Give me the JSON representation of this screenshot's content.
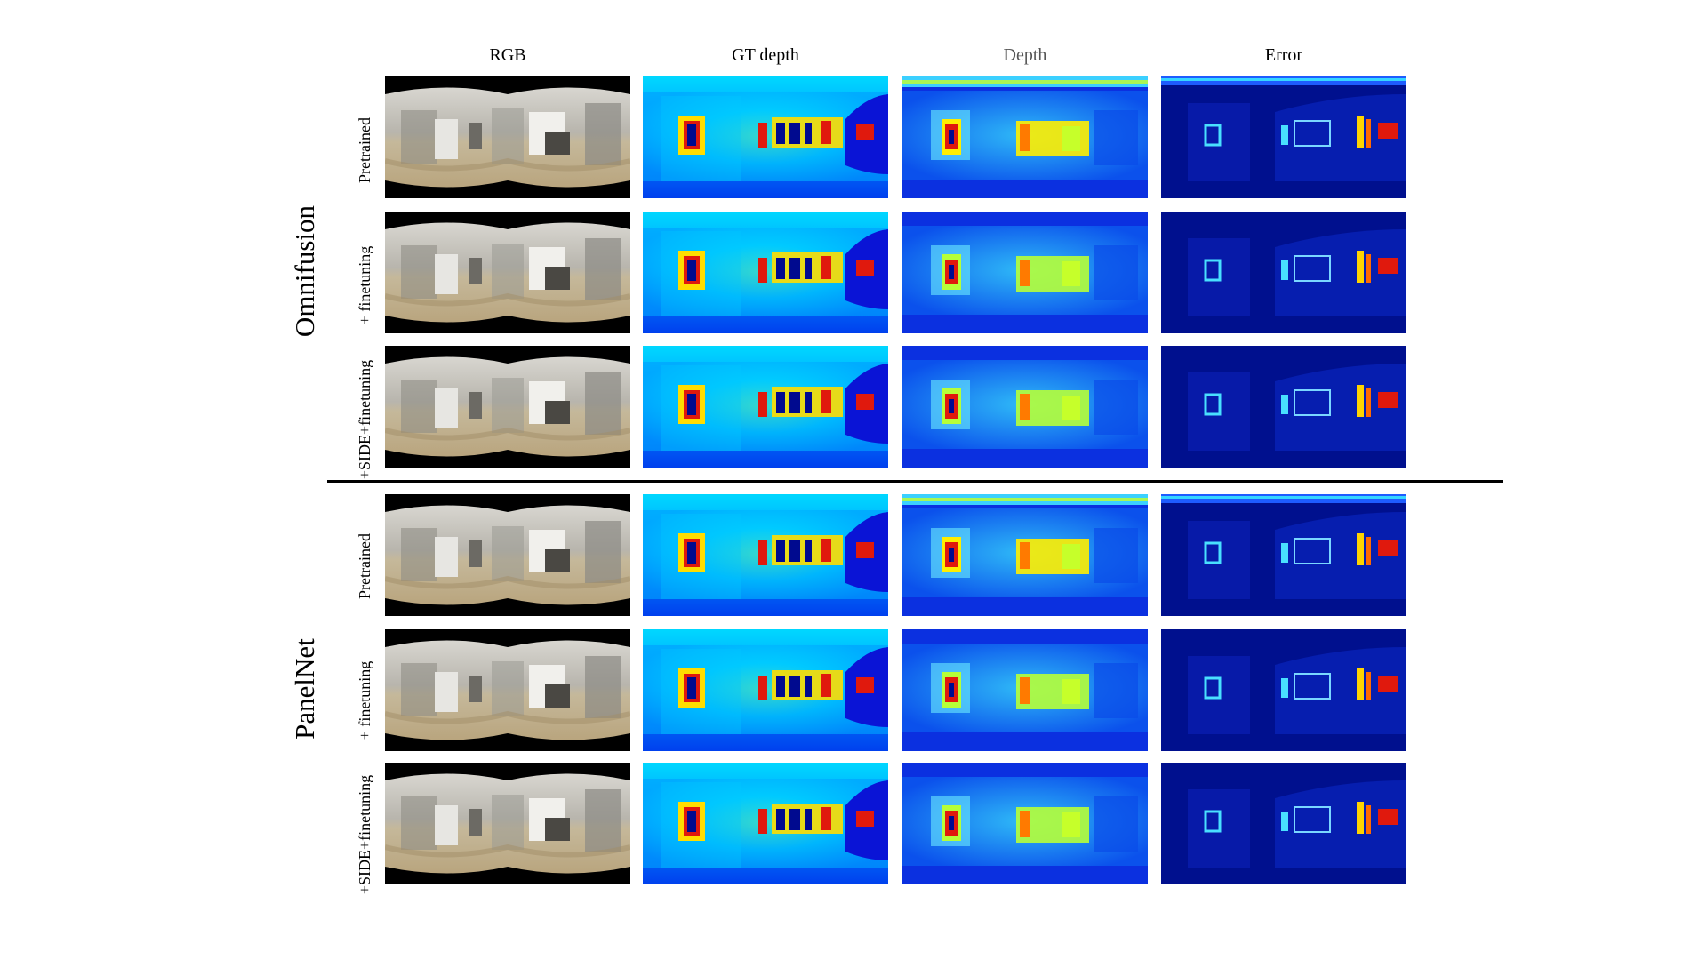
{
  "columns": [
    "RGB",
    "GT depth",
    "Depth",
    "Error"
  ],
  "groups": [
    {
      "name": "Omnifusion",
      "rows": [
        "Pretrained",
        "+ finetuning",
        "+SIDE+finetuning"
      ]
    },
    {
      "name": "PanelNet",
      "rows": [
        "Pretrained",
        "+ finetuning",
        "+SIDE+finetuning"
      ]
    }
  ],
  "colors": {
    "jet_light": "#00b7ff",
    "jet_mid": "#00ffd0",
    "jet_deep": "#0a14d6",
    "jet_navy": "#000a8f",
    "jet_red": "#e0190d",
    "rgb_wall": "#c9c4b8",
    "rgb_floor": "#bfae8b"
  }
}
